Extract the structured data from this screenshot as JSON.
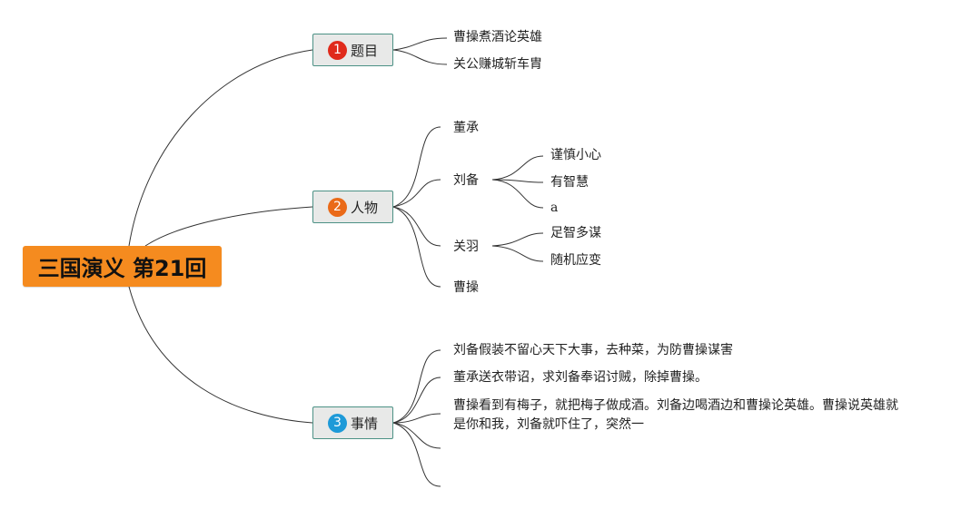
{
  "root": {
    "label": "三国演义 第21回"
  },
  "branches": {
    "title": {
      "number": "1",
      "label": "题目",
      "badge_color": "#e02a1b",
      "items": [
        "曹操煮酒论英雄",
        "关公赚城斩车胄"
      ]
    },
    "characters": {
      "number": "2",
      "label": "人物",
      "badge_color": "#ea6a18",
      "items": [
        "董承",
        "刘备",
        "关羽",
        "曹操"
      ],
      "liubei_traits": [
        "谨慎小心",
        "有智慧",
        "a"
      ],
      "guanyu_traits": [
        "足智多谋",
        "随机应变"
      ]
    },
    "events": {
      "number": "3",
      "label": "事情",
      "badge_color": "#1e9ad8",
      "items": [
        "刘备假装不留心天下大事，去种菜，为防曹操谋害",
        "董承送衣带诏，求刘备奉诏讨贼，除掉曹操。",
        "曹操看到有梅子，就把梅子做成酒。刘备边喝酒边和曹操论英雄。曹操说英雄就是你和我，刘备就吓住了，突然一",
        "",
        ""
      ]
    }
  },
  "colors": {
    "root_fill": "#f58b1f",
    "node_fill": "#e8e9e8",
    "node_border": "#4c9185",
    "line": "#333333"
  }
}
